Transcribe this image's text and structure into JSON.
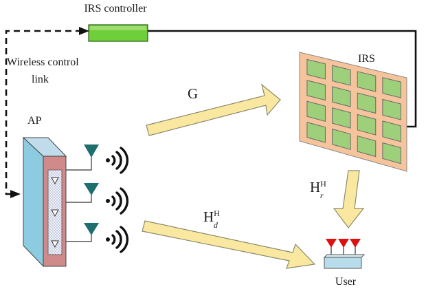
{
  "labels": {
    "irs_controller": "IRS controller",
    "wireless_control_line1": "Wireless control",
    "wireless_control_line2": "link",
    "ap": "AP",
    "irs": "IRS",
    "user": "User"
  },
  "channels": {
    "g": {
      "base": "G"
    },
    "hr": {
      "base": "H",
      "sup": "H",
      "sub": "r"
    },
    "hd": {
      "base": "H",
      "sup": "H",
      "sub": "d"
    }
  },
  "colors": {
    "controller_fill": "#6fcf3a",
    "irs_panel": "#f6c49c",
    "irs_element": "#9ecf7a",
    "ap_front": "#8ccbe0",
    "ap_side": "#c0dceb",
    "ap_array": "#d08a8a",
    "arrow_fill": "#fbe8a0",
    "arrow_stroke": "#8a8a6a",
    "antenna": "#1f6f6f",
    "user_antenna": "#dd1111",
    "user_body": "#b8dcea"
  }
}
